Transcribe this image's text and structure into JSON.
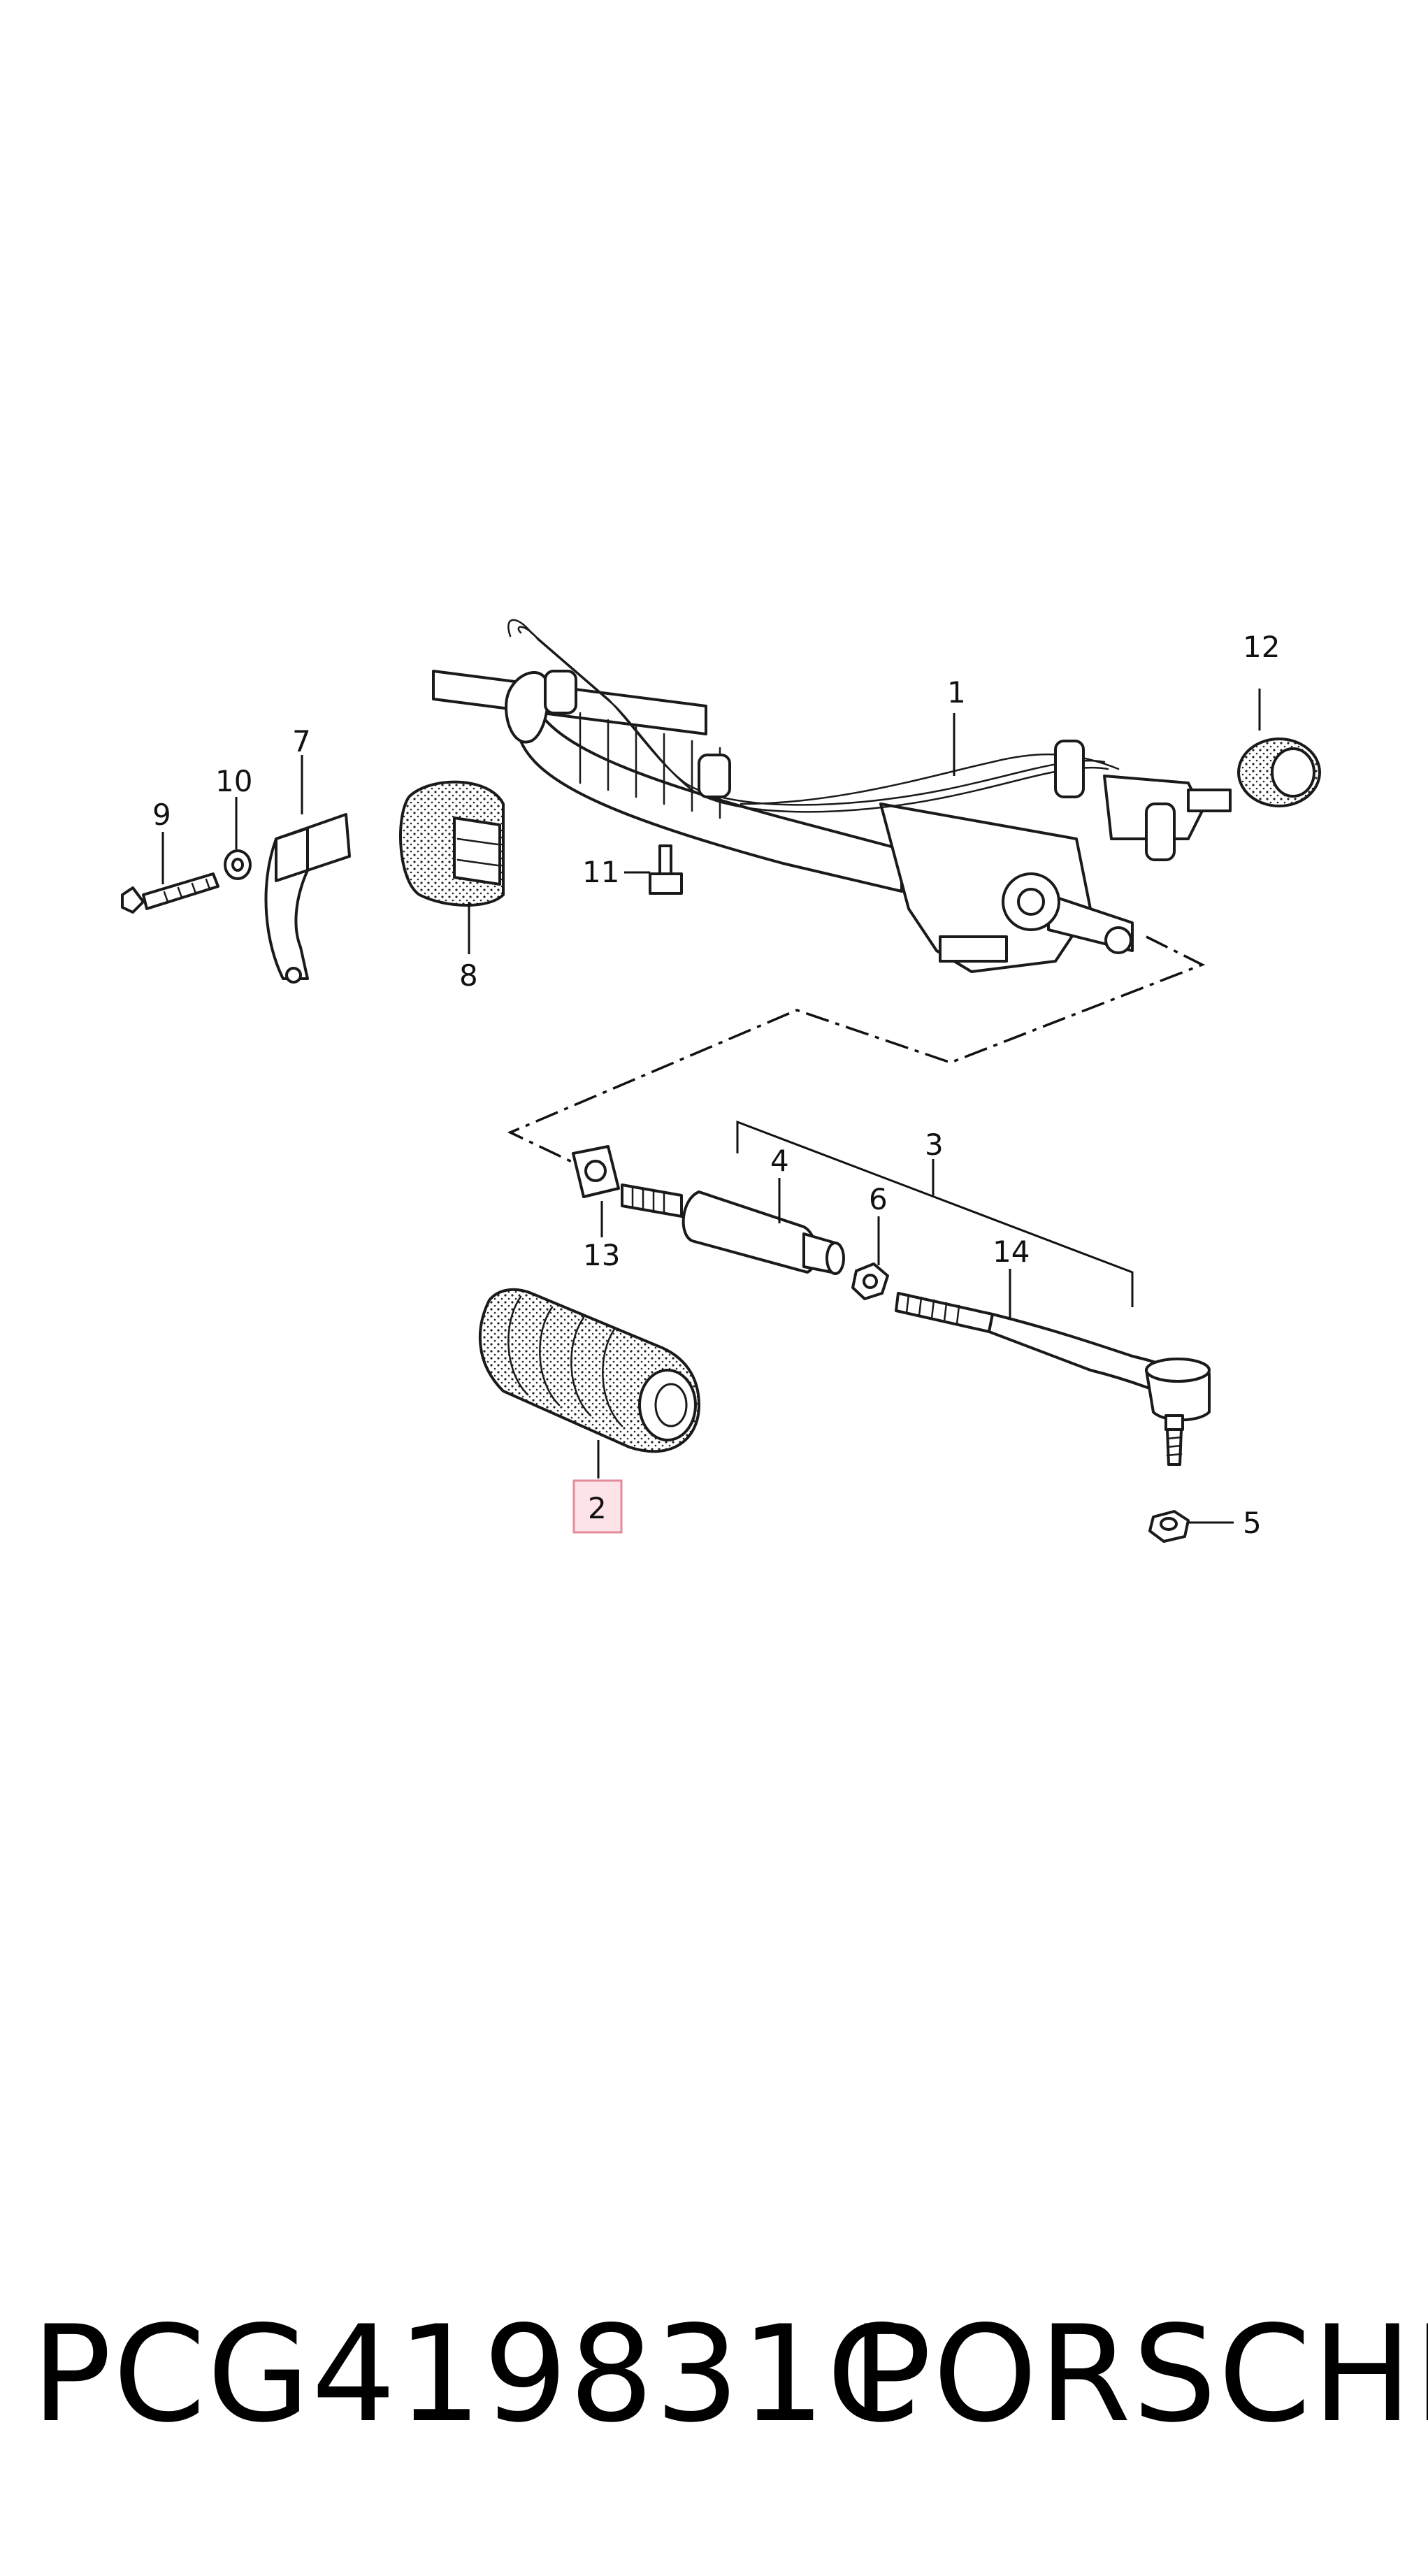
{
  "callouts": {
    "c1": "1",
    "c2": "2",
    "c3": "3",
    "c4": "4",
    "c5": "5",
    "c6": "6",
    "c7": "7",
    "c8": "8",
    "c9": "9",
    "c10": "10",
    "c11": "11",
    "c12": "12",
    "c13": "13",
    "c14": "14"
  },
  "highlighted_part": "2",
  "colors": {
    "highlight_fill": "#fde3e8",
    "highlight_stroke": "#e58a9a",
    "ink": "#1a1a1a"
  },
  "footer": {
    "part_number": "PCG419831C",
    "brand": "PORSCHE"
  }
}
